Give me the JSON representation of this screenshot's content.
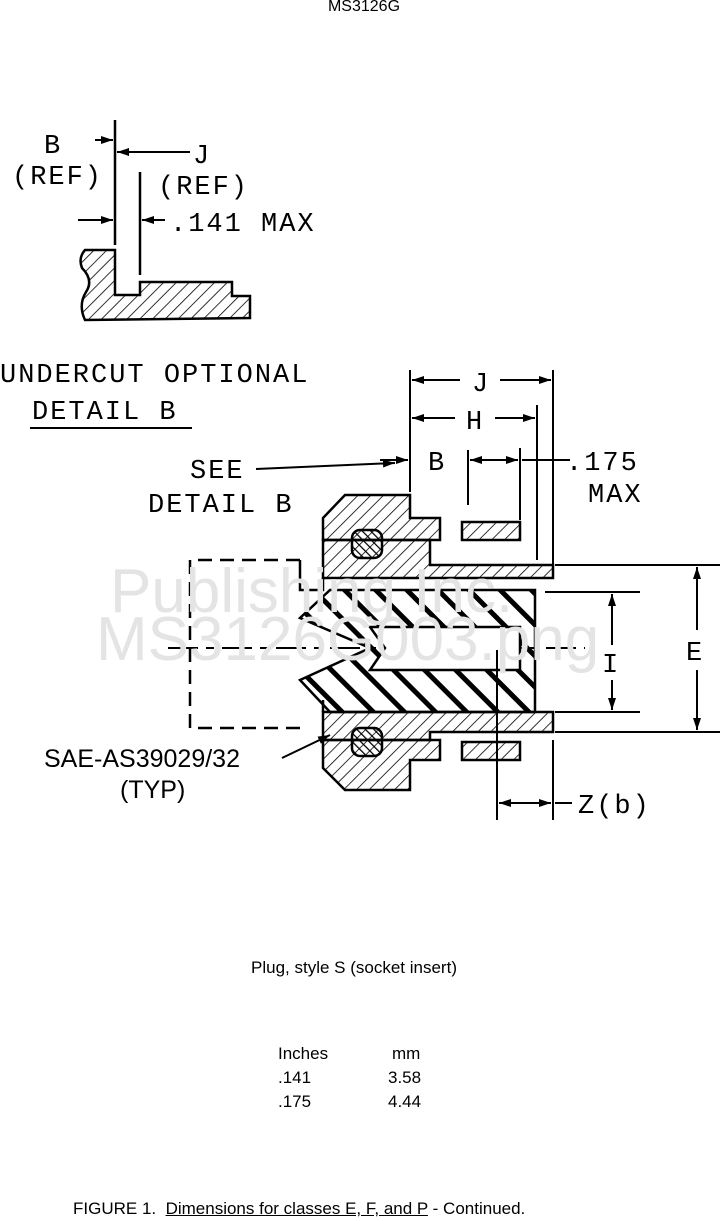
{
  "header": {
    "doc_id": "MS3126G"
  },
  "watermark": {
    "lines": [
      "Publishing Inc.",
      "MS3126G003.png"
    ]
  },
  "detail_b": {
    "label_b": "B",
    "label_b_ref": "(REF)",
    "label_j": "J",
    "label_j_ref": "(REF)",
    "dim_141": ".141 MAX",
    "title_line1": "UNDERCUT OPTIONAL",
    "title_line2": "DETAIL B"
  },
  "main_view": {
    "label_j": "J",
    "label_h": "H",
    "label_b": "B",
    "dim_175": ".175",
    "dim_175_max": "MAX",
    "see": "SEE",
    "see_detail": "DETAIL B",
    "label_e": "E",
    "label_i": "I",
    "label_z": "Z(b)",
    "contact_ref": "SAE-AS39029/32",
    "contact_typ": "(TYP)"
  },
  "caption": "Plug, style S (socket insert)",
  "conversion_table": {
    "headers": [
      "Inches",
      "mm"
    ],
    "rows": [
      [
        ".141",
        "3.58"
      ],
      [
        ".175",
        "4.44"
      ]
    ]
  },
  "figure": {
    "label": "FIGURE 1.",
    "title": "Dimensions for classes E, F, and P",
    "suffix": "- Continued."
  }
}
